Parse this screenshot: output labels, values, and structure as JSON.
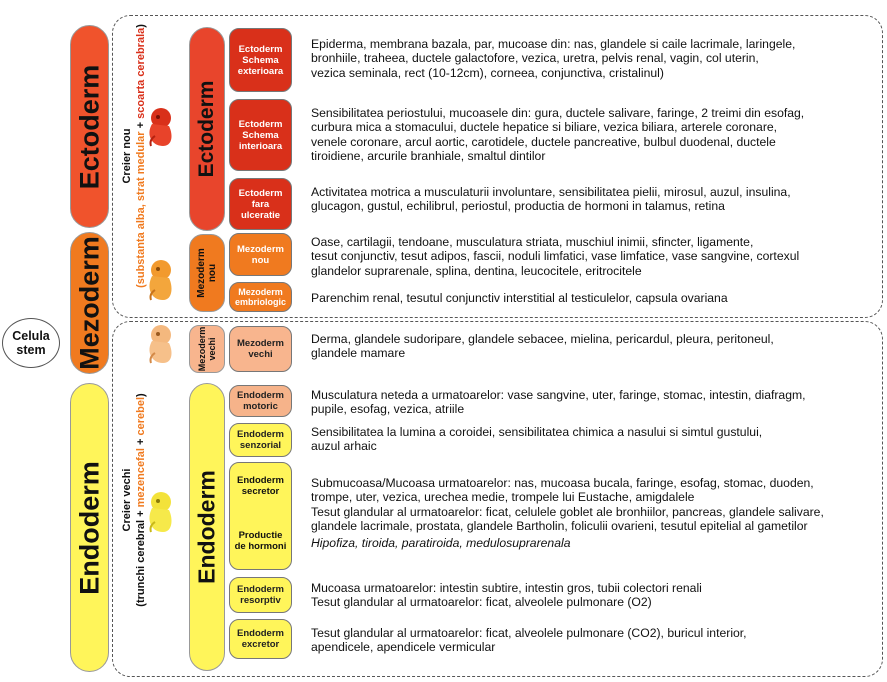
{
  "stem": {
    "label": "Celula\nstem"
  },
  "layers": {
    "ectoderm": "Ectoderm",
    "mezoderm": "Mezoderm",
    "endoderm": "Endoderm"
  },
  "brain_new": {
    "part1": "Creier nou",
    "part2": "(substanta alba, strat medular",
    "plus": " + ",
    "part3": "scoarta cerebrala",
    "part4": ")"
  },
  "brain_old": {
    "part1": "Creier vechi",
    "part2": "(trunchi cerebral",
    "plus1": " + ",
    "part3": "mezencefal",
    "plus2": " + ",
    "part4": "cerebel",
    "part5": ")"
  },
  "groups": {
    "ectoderm": "Ectoderm",
    "mezoderm_nou": "Mezoderm nou",
    "mezoderm_vechi": "Mezoderm vechi",
    "endoderm": "Endoderm"
  },
  "rows": [
    {
      "label": "Ectoderm\nSchema\nexterioara",
      "text": "Epiderma, membrana bazala, par, mucoase din: nas, glandele si caile lacrimale, laringele,\nbronhiile, traheea, ductele galactofore, vezica, uretra, pelvis renal, vagin, col uterin,\nvezica seminala, rect (10-12cm), corneea, conjunctiva, cristalinul)"
    },
    {
      "label": "Ectoderm\nSchema\ninterioara",
      "text": "Sensibilitatea periostului, mucoasele din: gura, ductele salivare, faringe, 2 treimi din esofag,\ncurbura mica a stomacului, ductele hepatice si biliare, vezica biliara, arterele coronare,\nvenele coronare, arcul aortic, carotidele, ductele pancreative, bulbul duodenal, ductele\ntiroidiene, arcurile branhiale, smaltul dintilor"
    },
    {
      "label": "Ectoderm\nfara\nulceratie",
      "text": "Activitatea motrica a musculaturii involuntare, sensibilitatea pielii, mirosul, auzul, insulina,\nglucagon, gustul, echilibrul, periostul, productia de hormoni in talamus, retina"
    },
    {
      "label": "Mezoderm\nnou",
      "text": "Oase, cartilagii, tendoane, musculatura striata, muschiul inimii, sfincter, ligamente,\ntesut conjunctiv, tesut adipos, fascii, noduli limfatici, vase limfatice, vase sangvine, cortexul\nglandelor suprarenale, splina, dentina, leucocitele, eritrocitele"
    },
    {
      "label": "Mezoderm\nembriologic",
      "text": "Parenchim renal, tesutul conjunctiv interstitial al testiculelor, capsula ovariana"
    },
    {
      "label": "Mezoderm\nvechi",
      "text": "Derma, glandele sudoripare, glandele sebacee, mielina, pericardul, pleura, peritoneul,\nglandele mamare"
    },
    {
      "label": "Endoderm\nmotoric",
      "text": "Musculatura neteda a urmatoarelor: vase sangvine, uter, faringe, stomac, intestin, diafragm,\npupile, esofag, vezica, atriile"
    },
    {
      "label": "Endoderm\nsenzorial",
      "text": "Sensibilitatea la lumina a coroidei, sensibilitatea chimica a nasului si simtul gustului,\nauzul arhaic"
    },
    {
      "label": "Endoderm\nsecretor",
      "label2": "Productie\nde hormoni",
      "text": "Submucoasa/Mucoasa urmatoarelor: nas, mucoasa bucala, faringe, esofag, stomac, duoden,\ntrompe, uter, vezica, urechea medie, trompele lui Eustache, amigdalele\nTesut glandular al urmatoarelor: ficat, celulele goblet ale bronhiilor, pancreas, glandele salivare,\nglandele lacrimale, prostata, glandele Bartholin, foliculii ovarieni, tesutul epitelial al gametilor",
      "italic": "Hipofiza, tiroida, paratiroida, medulosuprarenala"
    },
    {
      "label": "Endoderm\nresorptiv",
      "text": "Mucoasa urmatoarelor: intestin subtire, intestin gros, tubii colectori renali\nTesut glandular al urmatoarelor: ficat, alveolele pulmonare (O2)"
    },
    {
      "label": "Endoderm\nexcretor",
      "text": "Tesut glandular al urmatoarelor: ficat, alveolele pulmonare (CO2), buricul interior,\napendicele, apendicele vermicular"
    }
  ],
  "colors": {
    "ecto_dark": "#d9301a",
    "ecto_orange": "#f0532c",
    "meso": "#f07a1f",
    "meso_light": "#f8b58e",
    "endo": "#fff55a",
    "endo_peach": "#f6b38a",
    "accent_orange": "#f07a1f"
  }
}
